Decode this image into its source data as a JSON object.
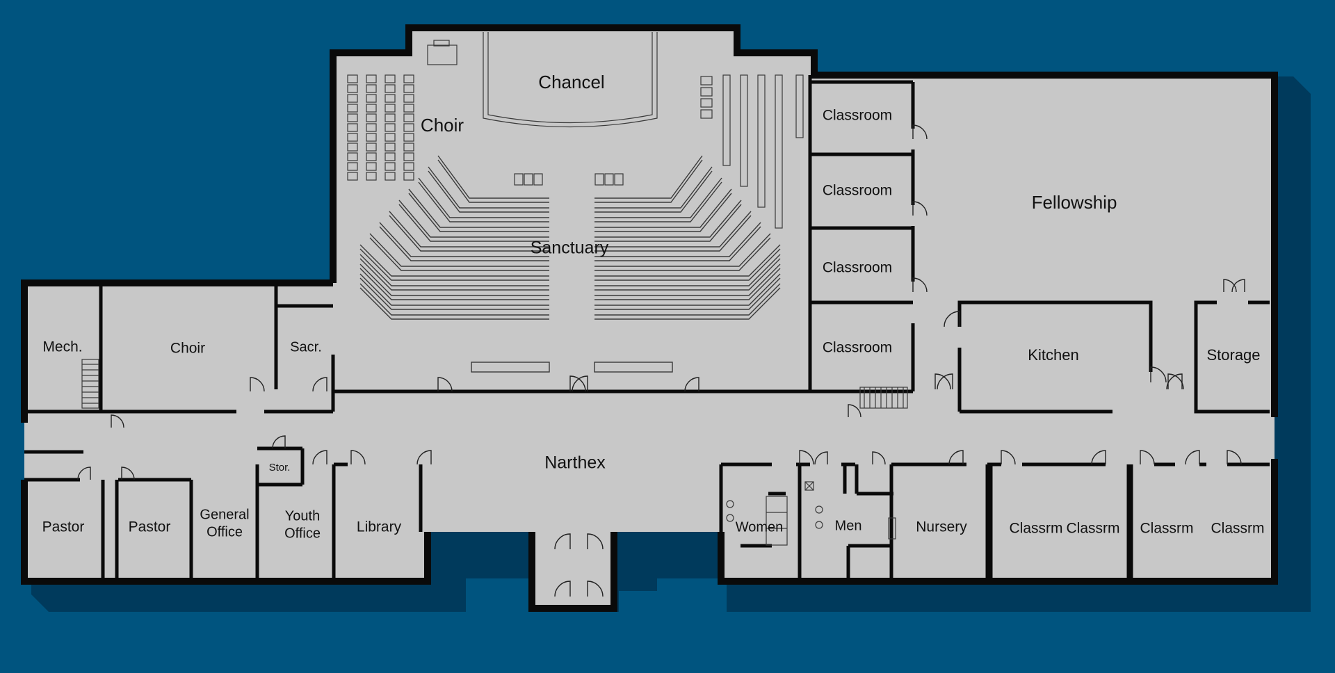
{
  "colors": {
    "background": "#00547f",
    "shadow": "#003a5c",
    "floor": "#c8c8c8",
    "wall": "#0a0a0a"
  },
  "rooms": {
    "chancel": "Chancel",
    "choir_loft": "Choir",
    "sanctuary": "Sanctuary",
    "mech": "Mech.",
    "choir_room": "Choir",
    "sacristy": "Sacr.",
    "classroom_1": "Classroom",
    "classroom_2": "Classroom",
    "classroom_3": "Classroom",
    "classroom_4": "Classroom",
    "fellowship": "Fellowship",
    "kitchen": "Kitchen",
    "storage": "Storage",
    "narthex": "Narthex",
    "stor": "Stor.",
    "pastor_1": "Pastor",
    "pastor_2": "Pastor",
    "general_office_line1": "General",
    "general_office_line2": "Office",
    "youth_office_line1": "Youth",
    "youth_office_line2": "Office",
    "library": "Library",
    "women": "Women",
    "men": "Men",
    "nursery": "Nursery",
    "classrm_1": "Classrm",
    "classrm_2": "Classrm",
    "classrm_3": "Classrm",
    "classrm_4": "Classrm"
  }
}
